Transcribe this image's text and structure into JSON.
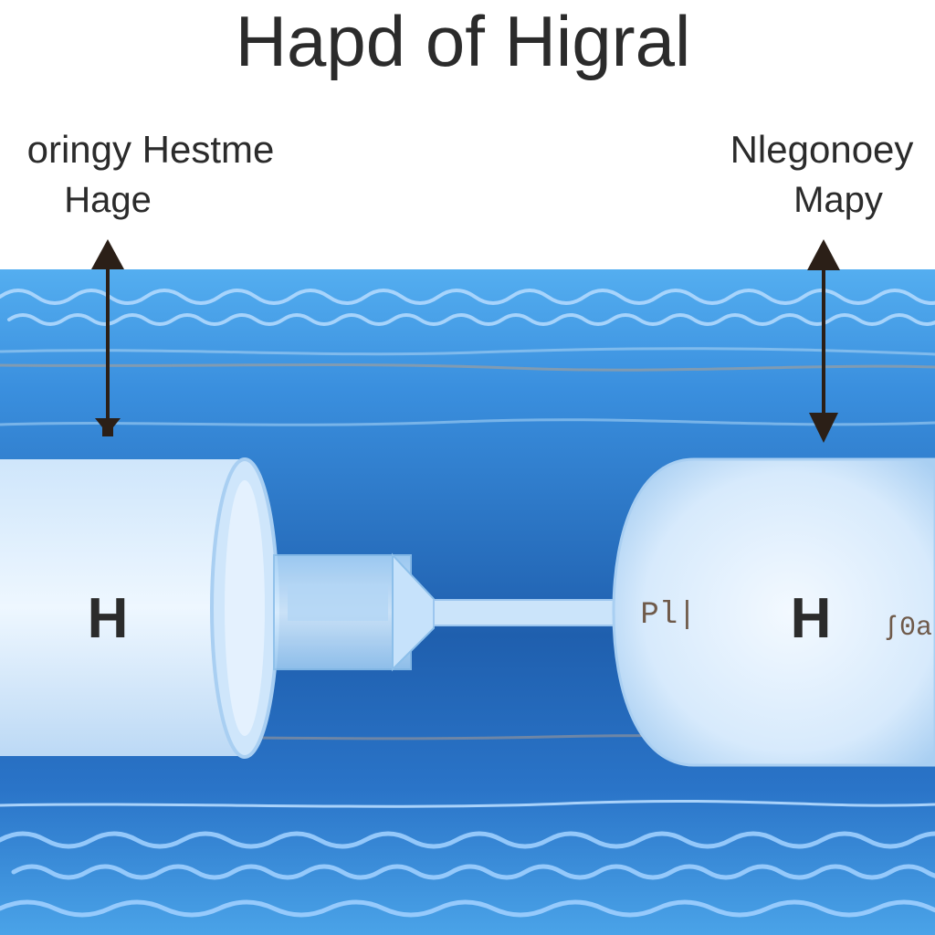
{
  "title": "Hapd of Higral",
  "labels": {
    "left_line1": "oringy Hestme",
    "left_line2": "Hage",
    "right_line1": "Nlegonoey",
    "right_line2": "Mapy",
    "left_tank": "H",
    "right_tank": "H",
    "right_tag_left": "Pl|",
    "right_tag_right": "ʃ0a"
  },
  "colors": {
    "sky": "#ffffff",
    "water_light": "#4aa3e8",
    "water_mid": "#2f7fd0",
    "water_deep": "#1f5fae",
    "wave": "#b7dcff",
    "tank_fill": "#e9f4ff",
    "tank_shadow": "#9cc6ef",
    "arrow": "#2b1f17",
    "text": "#2b2b2b"
  },
  "icons": {
    "left_arrow": "arrow-up-icon",
    "right_arrow": "arrow-double-icon"
  }
}
